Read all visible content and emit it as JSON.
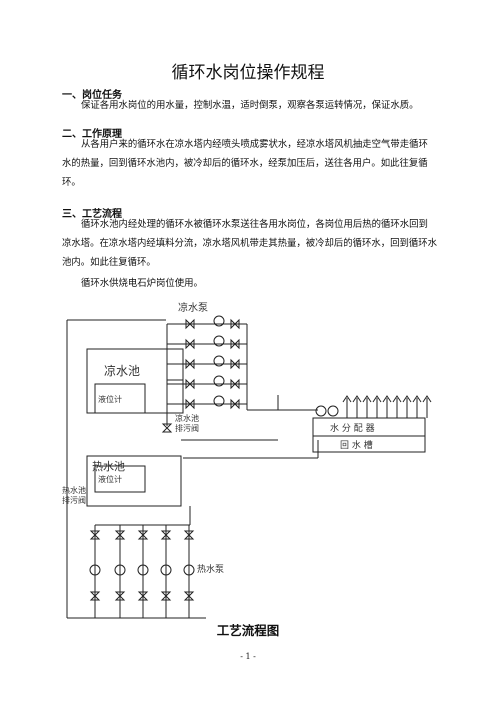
{
  "document": {
    "title": "循环水岗位操作规程",
    "sections": [
      {
        "heading": "一、岗位任务",
        "paragraphs": [
          "保证各用水岗位的用水量，控制水温，适时倒泵，观察各泵运转情况，保证水质。"
        ]
      },
      {
        "heading": "二、工作原理",
        "paragraphs": [
          "从各用户来的循环水在凉水塔内经喷头喷成雾状水，经凉水塔风机抽走空气带走循环水的热量，回到循环水池内，被冷却后的循环水，经泵加压后，送往各用户。如此往复循环。"
        ]
      },
      {
        "heading": "三、工艺流程",
        "paragraphs": [
          "循环水池内经处理的循环水被循环水泵送往各用水岗位，各岗位用后热的循环水回到凉水塔。在凉水塔内经填料分流，凉水塔风机带走其热量，被冷却后的循环水，回到循环水池内。如此往复循环。",
          "循环水供烧电石炉岗位使用。"
        ]
      }
    ],
    "figure": {
      "caption": "工艺流程图",
      "labels": {
        "cold_pump": "凉水泵",
        "cold_pool": "凉水池",
        "cold_level": "液位计",
        "cold_drain": "凉水池\n排污阀",
        "hot_pool": "热水池",
        "hot_level": "液位计",
        "hot_drain": "热水池\n排污阀",
        "hot_pump": "热水泵",
        "distributor": "水  分  配  器",
        "return_tank": "回    水    槽"
      }
    },
    "page_number": "- 1 -"
  }
}
